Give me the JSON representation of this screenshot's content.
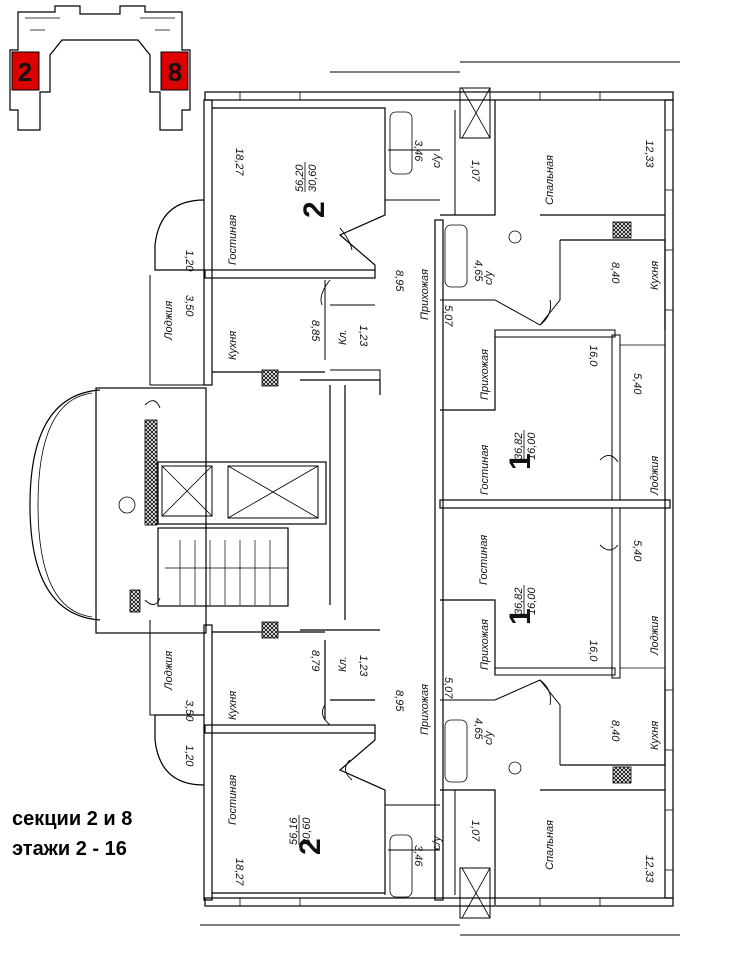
{
  "key_plan": {
    "left_section": "2",
    "right_section": "8",
    "highlight_color": "#dd0000"
  },
  "caption": {
    "line1": "секции 2 и 8",
    "line2": "этажи 2 - 16"
  },
  "labels": {
    "living": "Гостиная",
    "bedroom": "Спальная",
    "hall": "Прихожая",
    "kitchen": "Кухня",
    "loggia": "Лоджия",
    "bath": "с/у",
    "pantry": "Кл."
  },
  "apartments": {
    "top_left": {
      "rooms": "2",
      "total": "56,20",
      "living": "30,60"
    },
    "mid_top": {
      "rooms": "1",
      "total": "36,82",
      "living": "16,00"
    },
    "mid_bottom": {
      "rooms": "1",
      "total": "36,82",
      "living": "16,00"
    },
    "bottom_left": {
      "rooms": "2",
      "total": "56,16",
      "living": "30,60"
    }
  },
  "areas": {
    "tl_living": "18,27",
    "tl_loggia_a": "1,20",
    "tl_loggia_b": "3,50",
    "tl_kitchen": "8,85",
    "tl_pantry": "1,23",
    "tl_hall": "8,95",
    "tl_bath": "3,46",
    "tl_wc": "1,07",
    "tr_bedroom": "12,33",
    "tr_bath": "4,65",
    "tr_kitchen": "8,40",
    "tr_hall": "5,07",
    "mt_living": "16,0",
    "mt_loggia": "5,40",
    "mb_living": "16,0",
    "mb_loggia": "5,40",
    "mb_hall": "5,07",
    "bl_loggia_b": "3,50",
    "bl_kitchen": "8,79",
    "bl_pantry": "1,23",
    "bl_hall": "8,95",
    "bl_loggia_a": "1,20",
    "bl_living": "18,27",
    "bl_bath": "3,46",
    "bl_wc": "1,07",
    "br_bath": "4,65",
    "br_kitchen": "8,40",
    "br_bedroom": "12,33"
  }
}
